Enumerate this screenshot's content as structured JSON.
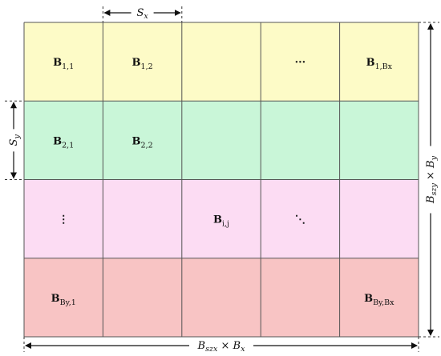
{
  "grid": {
    "rows": 4,
    "cols": 5,
    "row_colors": [
      "#fdfbc7",
      "#c9f6d8",
      "#fcdcf3",
      "#f8c4c4"
    ],
    "cells": [
      {
        "row": 0,
        "col": 0,
        "main": "B",
        "sub": "1,1"
      },
      {
        "row": 0,
        "col": 1,
        "main": "B",
        "sub": "1,2"
      },
      {
        "row": 0,
        "col": 3,
        "main": "···",
        "sub": ""
      },
      {
        "row": 0,
        "col": 4,
        "main": "B",
        "sub": "1,Bx"
      },
      {
        "row": 1,
        "col": 0,
        "main": "B",
        "sub": "2,1"
      },
      {
        "row": 1,
        "col": 1,
        "main": "B",
        "sub": "2,2"
      },
      {
        "row": 2,
        "col": 0,
        "main": "⋮",
        "sub": ""
      },
      {
        "row": 2,
        "col": 2,
        "main": "B",
        "sub": "i,j"
      },
      {
        "row": 2,
        "col": 3,
        "main": "⋱",
        "sub": ""
      },
      {
        "row": 3,
        "col": 0,
        "main": "B",
        "sub": "By,1"
      },
      {
        "row": 3,
        "col": 4,
        "main": "B",
        "sub": "By,Bx"
      }
    ]
  },
  "dimensions": {
    "sx": {
      "main": "S",
      "sub": "x"
    },
    "sy": {
      "main": "S",
      "sub": "y"
    },
    "bottom": {
      "main": "B",
      "sub": "szx",
      "times": " × ",
      "main2": "B",
      "sub2": "x"
    },
    "right": {
      "main": "B",
      "sub": "szy",
      "times": " × ",
      "main2": "B",
      "sub2": "y"
    }
  },
  "colors": {
    "grid_line": "#555555",
    "dash_line": "#333333",
    "arrow": "#111111"
  }
}
